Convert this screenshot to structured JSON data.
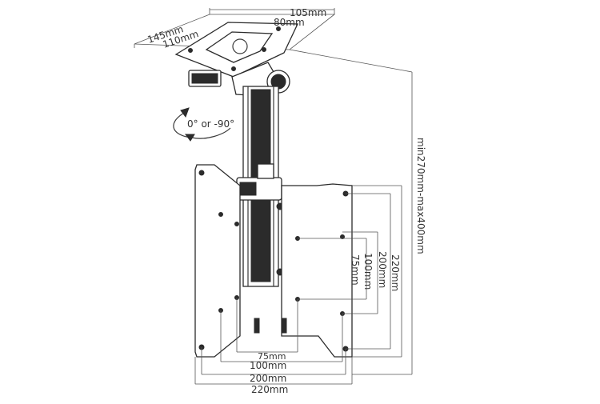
{
  "dimensions": {
    "ceiling_plate_width": "105mm",
    "ceiling_plate_depth": "145mm",
    "ceiling_holes_width": "80mm",
    "ceiling_holes_depth": "110mm",
    "rotation": "0° or -90°",
    "drop_range": "min270mm-max400mm",
    "vesa_h_75": "75mm",
    "vesa_h_100": "100mm",
    "vesa_h_200": "200mm",
    "vesa_h_220": "220mm",
    "vesa_v_75": "75mm",
    "vesa_v_100": "100mm",
    "vesa_v_200": "200mm",
    "vesa_v_220": "220mm"
  }
}
